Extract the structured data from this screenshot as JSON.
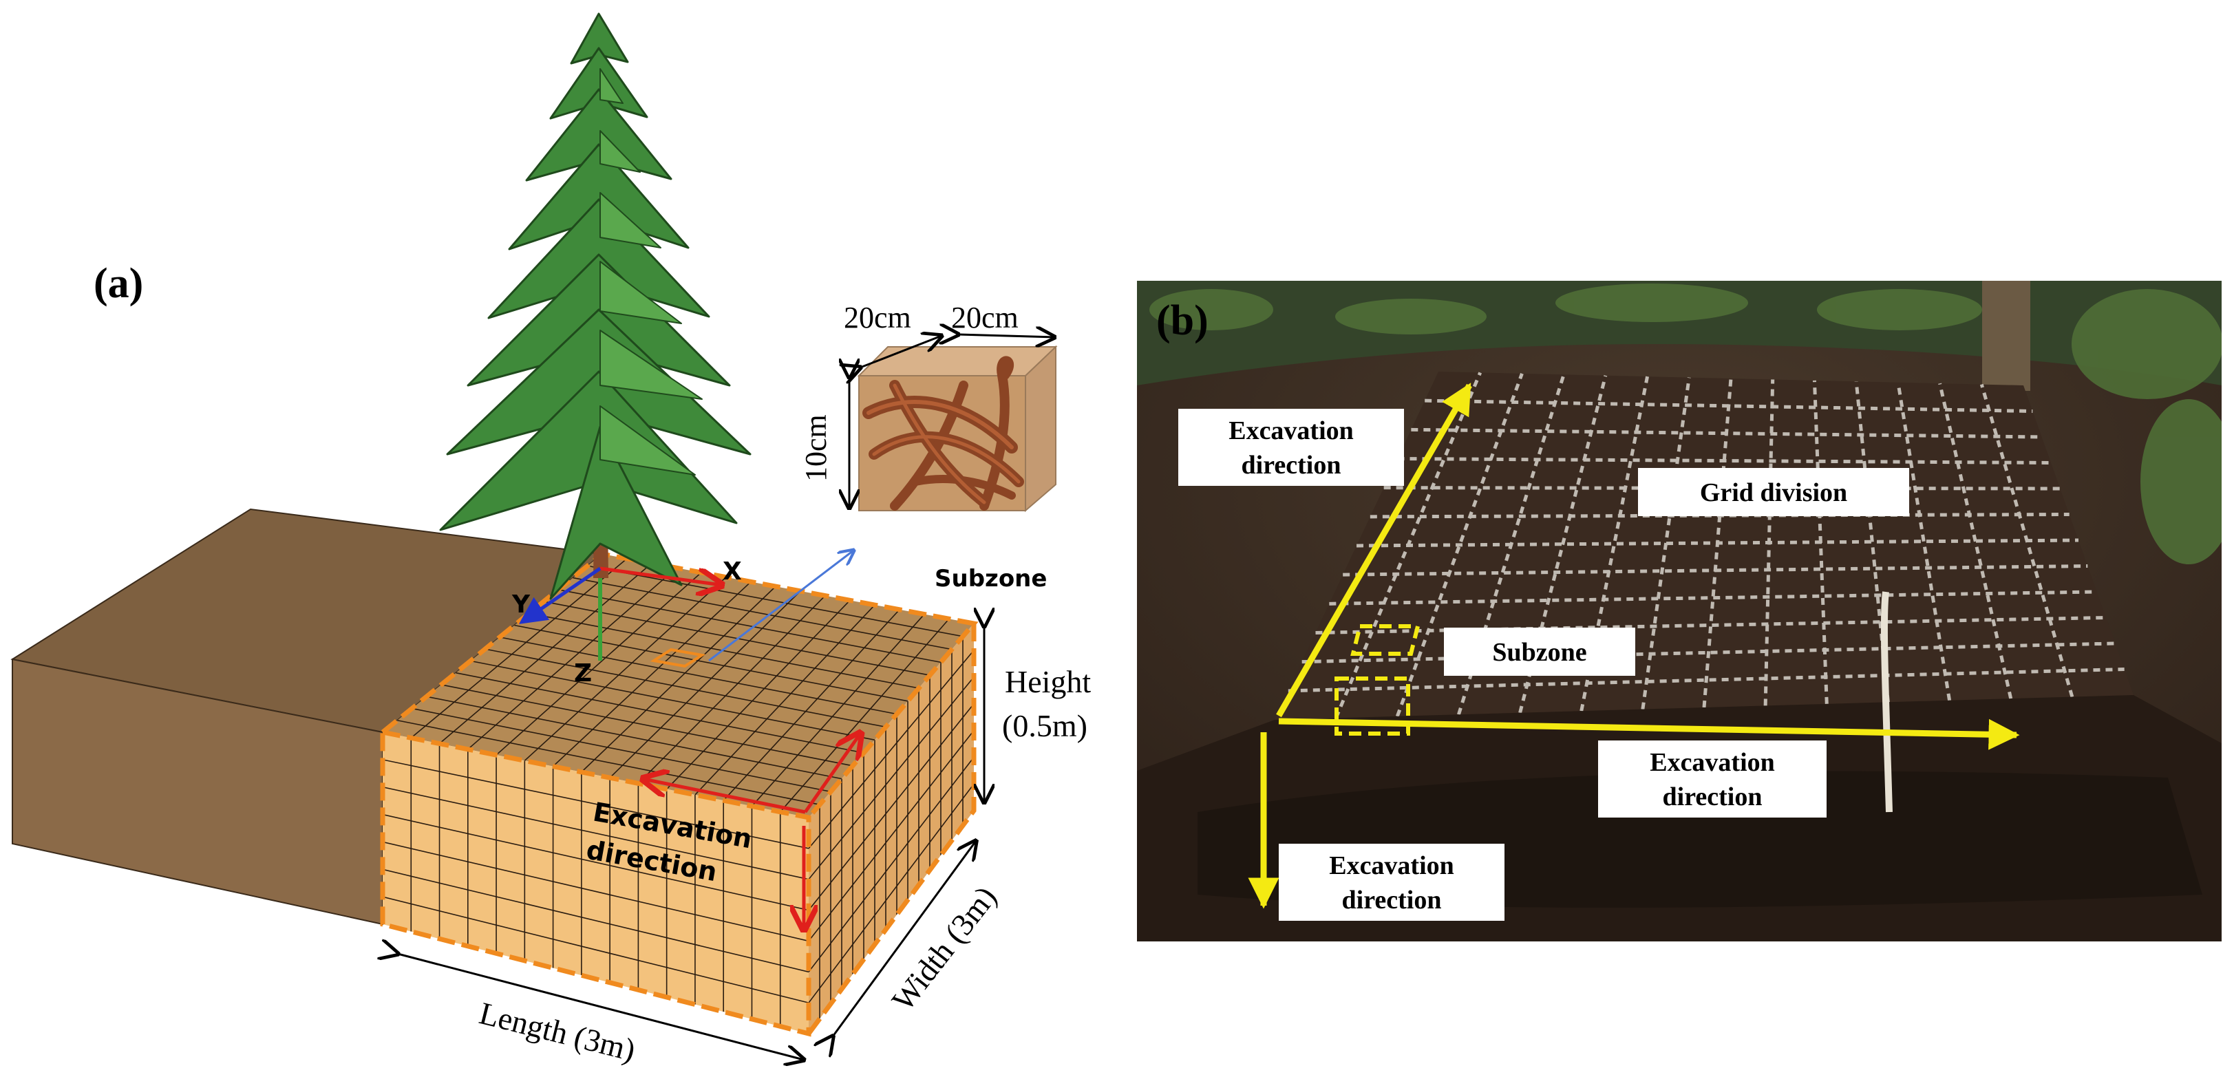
{
  "panel_a": {
    "label": "(a)",
    "axes": {
      "x": "X",
      "y": "Y",
      "z": "Z"
    },
    "subzone": {
      "dim_top_left": "20cm",
      "dim_top_right": "20cm",
      "dim_side": "10cm",
      "label": "Subzone"
    },
    "excavation_line1": "Excavation",
    "excavation_line2": "direction",
    "height_line1": "Height",
    "height_line2": "(0.5m)",
    "width_label": "Width (3m)",
    "length_label": "Length (3m)"
  },
  "panel_b": {
    "label": "(b)",
    "excavation_tl_line1": "Excavation",
    "excavation_tl_line2": "direction",
    "grid_division": "Grid division",
    "subzone": "Subzone",
    "excavation_r_line1": "Excavation",
    "excavation_r_line2": "direction",
    "excavation_b_line1": "Excavation",
    "excavation_b_line2": "direction"
  },
  "colors": {
    "soil_dark": "#8b6a48",
    "soil_light": "#f3c27d",
    "grid_orange": "#f08a1e",
    "arrow_red": "#e0201c",
    "arrow_blue": "#2233cc",
    "tree_green": "#3f8a3a",
    "photo_yellow": "#f4ea12"
  }
}
